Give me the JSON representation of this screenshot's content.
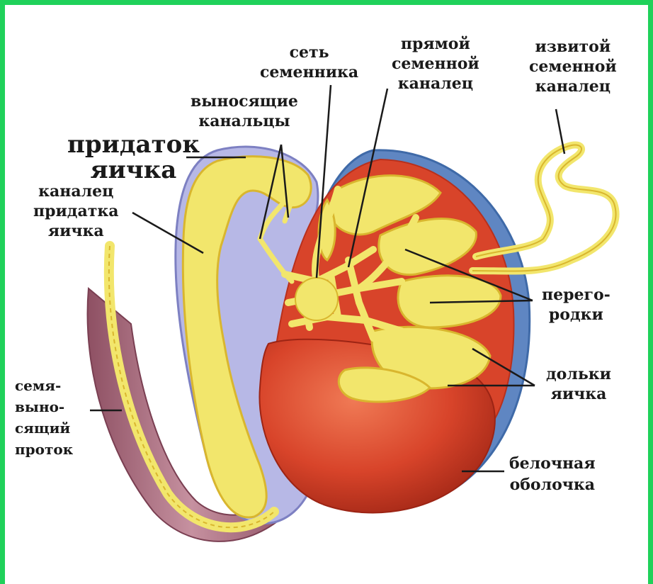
{
  "colors": {
    "border": "#1fd15a",
    "background": "#ffffff",
    "tubule": "#f2e66c",
    "tubule_outline": "#d9b62e",
    "testis_red": "#d8442a",
    "testis_dark": "#b8301c",
    "tunica_blue": "#5f86c2",
    "epididymis_lavender": "#b7b8e6",
    "duct_mauve": "#a9697a",
    "leader_line": "#1a1a1a"
  },
  "labels": {
    "epididymis": [
      "придаток",
      "яичка"
    ],
    "epididymal_duct": [
      "каналец",
      "придатка",
      "яичка"
    ],
    "efferent_ductules": [
      "выносящие",
      "канальцы"
    ],
    "rete_testis": [
      "сеть",
      "семенника"
    ],
    "straight_tubule": [
      "прямой",
      "семенной",
      "каналец"
    ],
    "convoluted_tubule": [
      "извитой",
      "семенной",
      "каналец"
    ],
    "septa": [
      "перего-",
      "родки"
    ],
    "lobules": [
      "дольки",
      "яичка"
    ],
    "vas_deferens": [
      "семя-",
      "выно-",
      "сящий",
      "проток"
    ],
    "tunica_albuginea": [
      "белочная",
      "оболочка"
    ]
  }
}
